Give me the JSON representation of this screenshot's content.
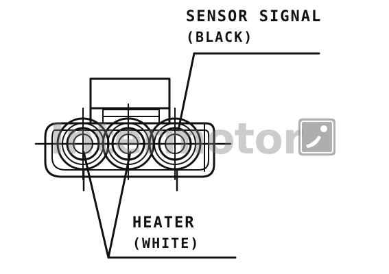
{
  "labels": {
    "sensor_signal": "SENSOR SIGNAL",
    "sensor_signal_color": "(BLACK)",
    "heater": "HEATER",
    "heater_color": "(WHITE)"
  },
  "watermark": {
    "brand_text": "Intermotor",
    "logo_icon": "intermotor-logo-icon"
  },
  "colors": {
    "line": "#111111",
    "watermark": "#8c8c8c",
    "background": "#ffffff"
  }
}
